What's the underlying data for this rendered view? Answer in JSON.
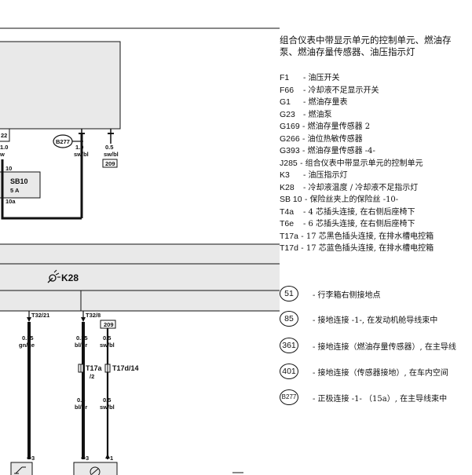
{
  "legend": {
    "title_line1": "组合仪表中带显示单元的控制单元、燃油存",
    "title_line2": "泵、燃油存量传感器、油压指示灯",
    "items": [
      {
        "code": "F1",
        "desc": "- 油压开关"
      },
      {
        "code": "F66",
        "desc": "- 冷却液不足显示开关"
      },
      {
        "code": "G1",
        "desc": "- 燃油存量表"
      },
      {
        "code": "G23",
        "desc": "- 燃油泵"
      },
      {
        "code": "G169",
        "desc": "- 燃油存量传感器 2"
      },
      {
        "code": "G266",
        "desc": "- 油位热敏传感器"
      },
      {
        "code": "G393",
        "desc": "- 燃油存量传感器 -4-"
      },
      {
        "code": "J285",
        "desc": "- 组合仪表中带显示单元的控制单元"
      },
      {
        "code": "K3",
        "desc": "- 油压指示灯"
      },
      {
        "code": "K28",
        "desc": "- 冷却液温度 / 冷却液不足指示灯"
      },
      {
        "code": "SB 10",
        "desc": "- 保险丝夹上的保险丝 -10-"
      },
      {
        "code": "T4a",
        "desc": "- 4 芯插头连接, 在右侧后座椅下"
      },
      {
        "code": "T6e",
        "desc": "- 6 芯插头连接, 在右侧后座椅下"
      },
      {
        "code": "T17a",
        "desc": "- 17 芯黑色插头连接, 在排水槽电控箱"
      },
      {
        "code": "T17d",
        "desc": "- 17 芯蓝色插头连接, 在排水槽电控箱"
      }
    ],
    "grounds": [
      {
        "num": "51",
        "desc": "- 行李箱右侧接地点"
      },
      {
        "num": "85",
        "desc": "- 接地连接 -1-, 在发动机舱导线束中"
      },
      {
        "num": "361",
        "desc": "- 接地连接（燃油存量传感器）, 在主导线"
      },
      {
        "num": "401",
        "desc": "- 接地连接（传感器接地）, 在车内空间"
      },
      {
        "num": "B277",
        "desc": "- 正极连接 -1- （15a）, 在主导线束中"
      }
    ]
  },
  "diagram": {
    "fuse": {
      "name": "SB10",
      "rating": "5 A",
      "out": "10a",
      "in": "10"
    },
    "left_clip": {
      "top": "22",
      "size": "1.0",
      "color": "w"
    },
    "connector_b277": "B277",
    "wire_a": {
      "size": "1.0",
      "color": "sw/bl"
    },
    "wire_b": {
      "size": "0.5",
      "color": "sw/bl",
      "ref": "209"
    },
    "k28_label": "K28",
    "pins": {
      "p1": "T32/21",
      "p2": "T32/8"
    },
    "ref_209b": "209",
    "wire_c": {
      "size": "0.35",
      "color": "gn/ge"
    },
    "wire_d": {
      "size": "0.35",
      "color": "bl/gr"
    },
    "wire_e": {
      "size": "0.5",
      "color": "sw/bl"
    },
    "conn_t17a": "T17a",
    "conn_t17a_pin": "/2",
    "conn_t17d": "T17d/14",
    "wire_f": {
      "size": "0.5",
      "color": "bl/gr"
    },
    "wire_g": {
      "size": "0.5",
      "color": "sw/bl"
    },
    "bottom_pins": {
      "a": "3",
      "b": "3",
      "c": "1"
    }
  },
  "colors": {
    "line": "#111111",
    "shade": "#e9e9e9"
  }
}
